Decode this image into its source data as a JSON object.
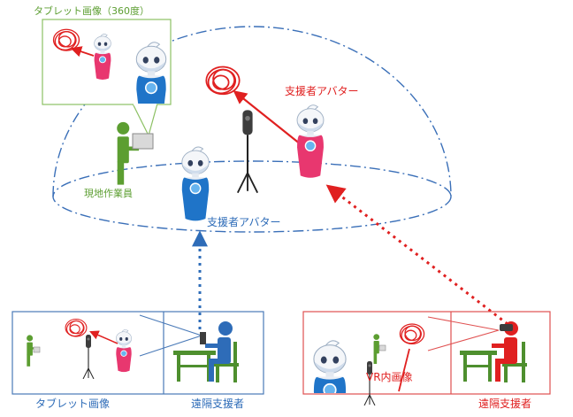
{
  "labels": {
    "tablet_image_360": "タブレット画像（360度）",
    "supporter_avatar_red": "支援者アバター",
    "onsite_worker": "現地作業員",
    "supporter_avatar_blue": "支援者アバター",
    "tablet_image": "タブレット画像",
    "remote_supporter_blue": "遠隔支援者",
    "vr_image": "VR内画像",
    "remote_supporter_red": "遠隔支援者"
  },
  "colors": {
    "worker_green": "#5c9e31",
    "supporter_blue": "#2e6cb8",
    "supporter_red": "#e02020",
    "avatar_pink": "#e8376f",
    "avatar_blue": "#1f74c8"
  },
  "icons": [
    "avatar-robot-icon",
    "camera-tripod-icon",
    "worker-icon",
    "scribble-icon",
    "tablet-icon",
    "vr-headset-icon"
  ]
}
